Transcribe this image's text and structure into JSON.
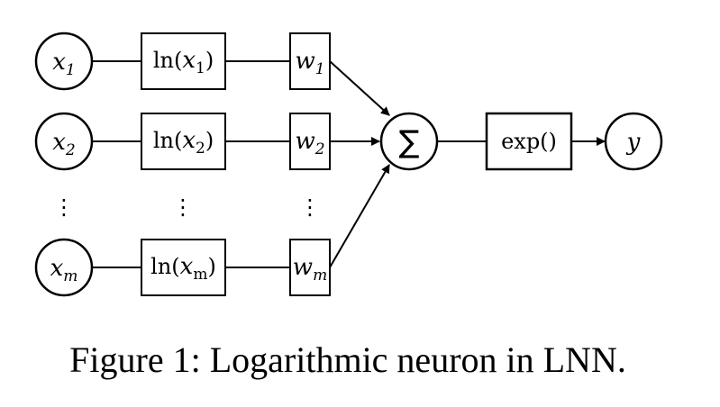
{
  "inputs": [
    {
      "base": "x",
      "sub": "1"
    },
    {
      "base": "x",
      "sub": "2"
    },
    {
      "base": "x",
      "sub": "m"
    }
  ],
  "log_prefix": "ln(",
  "log_suffix": ")",
  "weights": [
    {
      "base": "w",
      "sub": "1"
    },
    {
      "base": "w",
      "sub": "2"
    },
    {
      "base": "w",
      "sub": "m"
    }
  ],
  "vertical_dots": "⋮",
  "sum_symbol": "∑",
  "exp_label": "exp()",
  "output_label": "y",
  "caption": "Figure 1: Logarithmic neuron in LNN."
}
